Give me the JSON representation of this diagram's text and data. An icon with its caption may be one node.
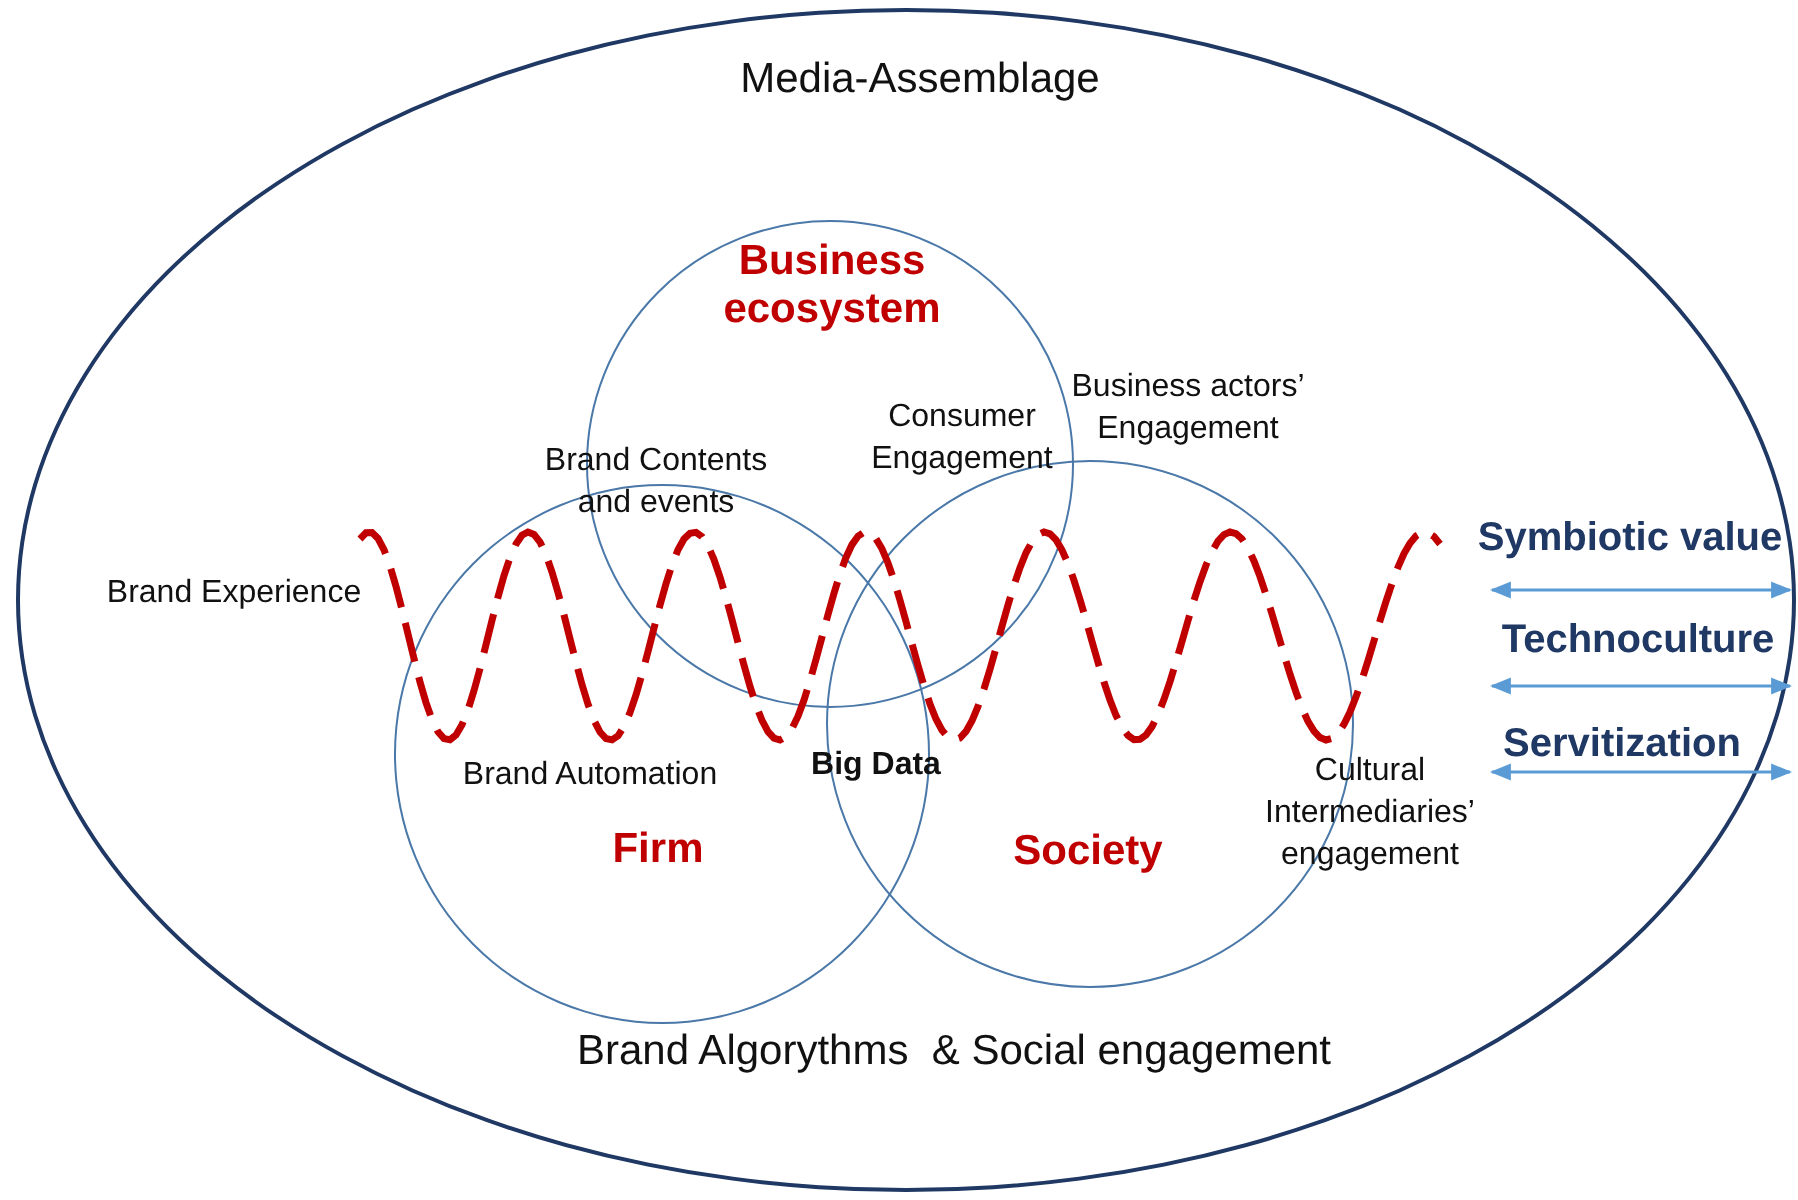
{
  "diagram": {
    "nodes": [
      {
        "text": [
          "Media-Assemblage",
          "Brand Algorythms  & Social engagement"
        ]
      },
      {
        "text": [
          "Business ecosystem"
        ],
        "in": 0
      },
      {
        "text": [
          "Firm"
        ],
        "in": 0
      },
      {
        "text": [
          "Society"
        ],
        "in": 0
      }
    ],
    "edges": [],
    "labels": [
      "Brand Experience",
      "Brand Contents and events",
      "Consumer Engagement",
      "Business actors’ Engagement",
      "Brand Automation",
      "Big Data",
      "Cultural Intermediaries’ engagement",
      "Symbiotic value",
      "Technoculture",
      "Servitization"
    ]
  }
}
